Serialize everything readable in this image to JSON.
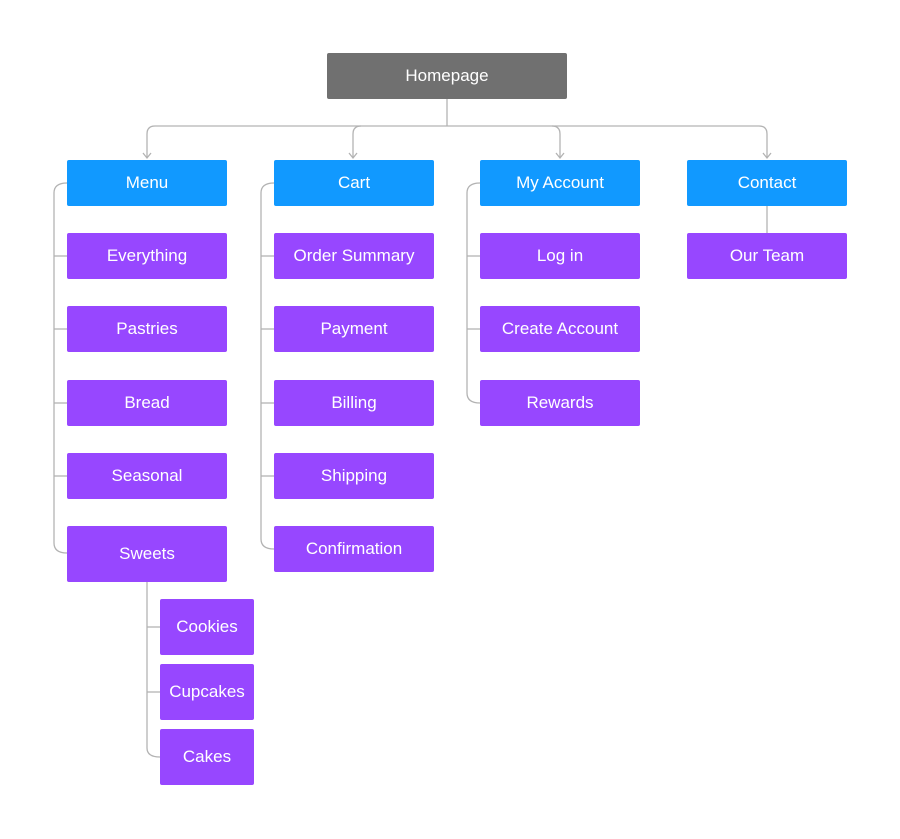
{
  "root": {
    "label": "Homepage"
  },
  "sections": [
    {
      "label": "Menu",
      "pages": [
        {
          "label": "Everything"
        },
        {
          "label": "Pastries"
        },
        {
          "label": "Bread"
        },
        {
          "label": "Seasonal"
        },
        {
          "label": "Sweets",
          "children": [
            {
              "label": "Cookies"
            },
            {
              "label": "Cupcakes"
            },
            {
              "label": "Cakes"
            }
          ]
        }
      ]
    },
    {
      "label": "Cart",
      "pages": [
        {
          "label": "Order Summary"
        },
        {
          "label": "Payment"
        },
        {
          "label": "Billing"
        },
        {
          "label": "Shipping"
        },
        {
          "label": "Confirmation"
        }
      ]
    },
    {
      "label": "My Account",
      "pages": [
        {
          "label": "Log in"
        },
        {
          "label": "Create Account"
        },
        {
          "label": "Rewards"
        }
      ]
    },
    {
      "label": "Contact",
      "pages": [
        {
          "label": "Our Team"
        }
      ]
    }
  ],
  "colors": {
    "root": "#707070",
    "section": "#1199ff",
    "page": "#9747ff",
    "connector": "#b3b3b3"
  }
}
